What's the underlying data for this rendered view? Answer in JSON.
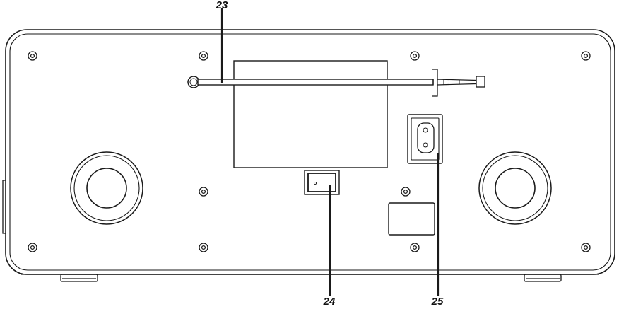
{
  "callouts": [
    {
      "id": "antenna",
      "label": "23"
    },
    {
      "id": "power-switch",
      "label": "24"
    },
    {
      "id": "power-socket",
      "label": "25"
    }
  ],
  "colors": {
    "stroke": "#1a1a1a",
    "background": "#ffffff"
  }
}
